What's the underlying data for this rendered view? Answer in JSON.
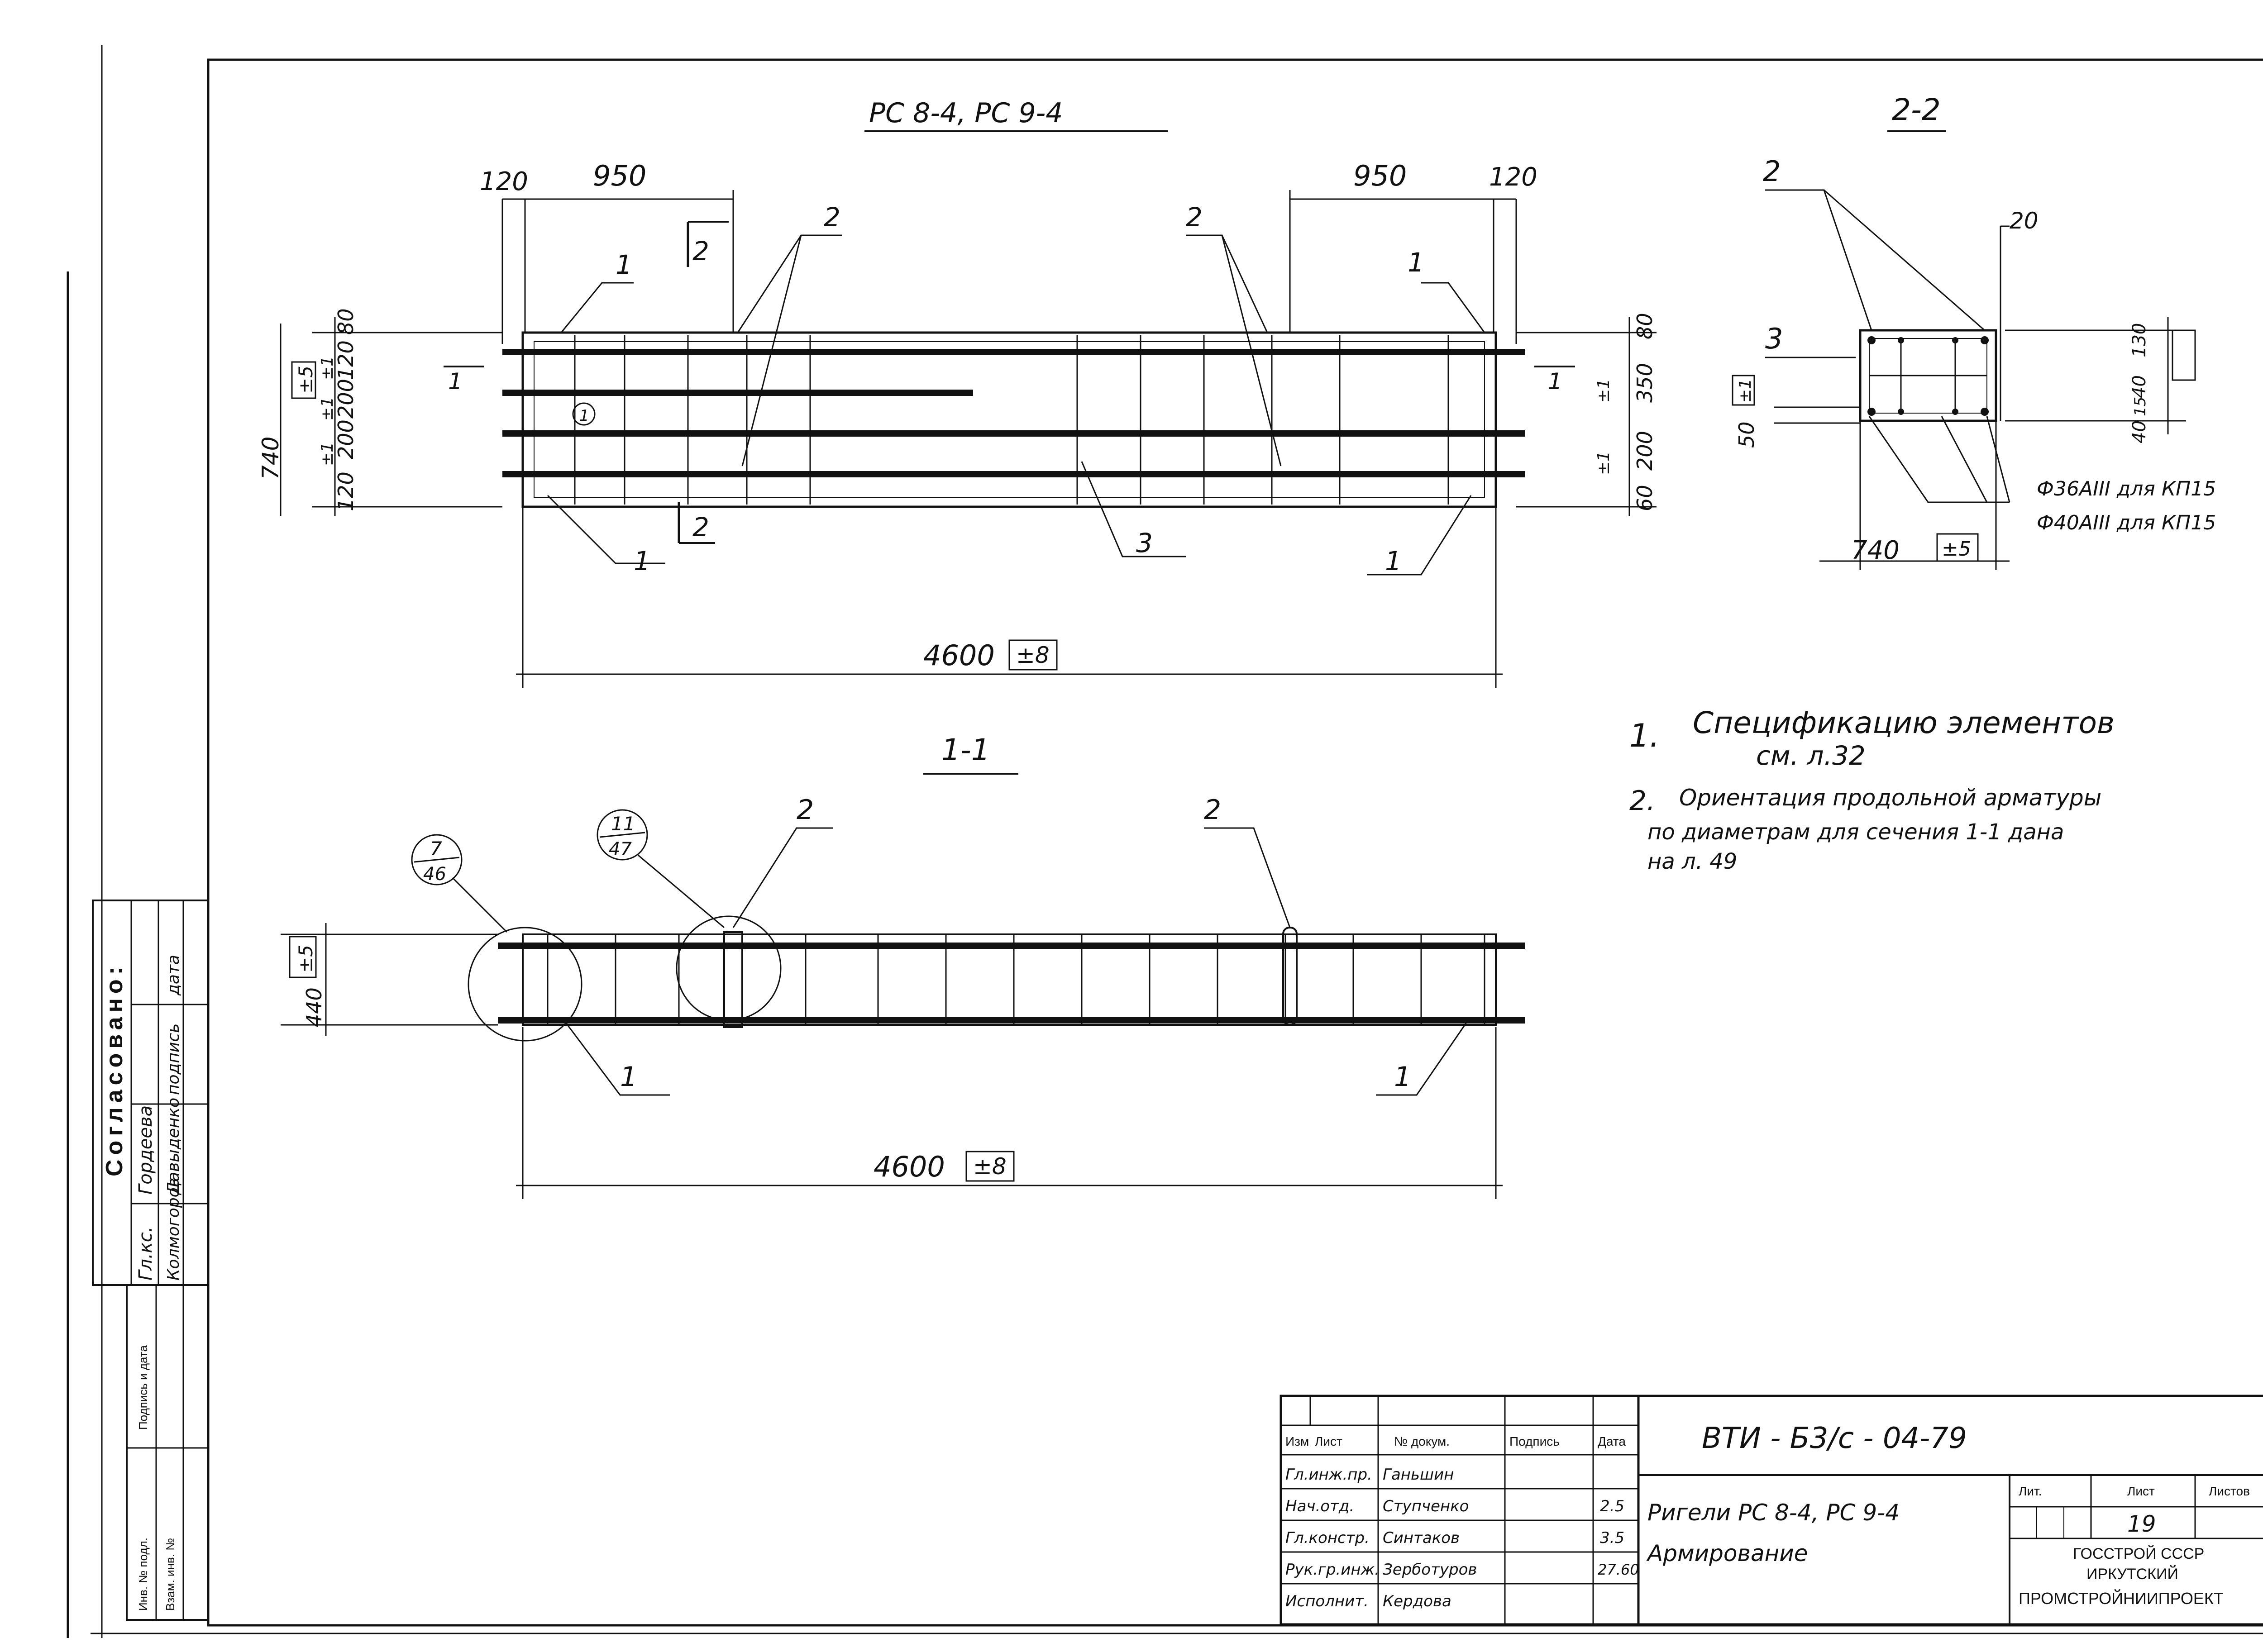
{
  "views": {
    "plan_title": "РС 8-4, РС 9-4",
    "section22_title": "2-2",
    "section11_title": "1-1"
  },
  "plan": {
    "dim_120_left": "120",
    "dim_950_left": "950",
    "dim_950_right": "950",
    "dim_120_right": "120",
    "dim_4600": "4600",
    "tol_8": "±8",
    "callout_1": "1",
    "callout_2": "2",
    "callout_3": "3",
    "section_mark": "2",
    "section_mark_11": "1",
    "circle_mark": "1",
    "left_dims": [
      "80",
      "120",
      "200",
      "200",
      "120"
    ],
    "left_tols": [
      "±1",
      "±1",
      "±1"
    ],
    "dim_740": "740",
    "tol_5": "±5",
    "right_dims": [
      "80",
      "350",
      "200",
      "60"
    ],
    "right_tols": [
      "±1",
      "±1"
    ]
  },
  "section22": {
    "callout_2": "2",
    "callout_3": "3",
    "dim_20": "20",
    "dim_50": "50",
    "tol_1": "±1",
    "dim_740": "740",
    "tol_5": "±5",
    "right_dims": [
      "130",
      "40",
      "15",
      "40"
    ],
    "bar1": "Ф36АIII для КП15",
    "bar2": "Ф40АIII для КП15"
  },
  "elevation": {
    "callout_2a": "2",
    "callout_2b": "2",
    "callout_1a": "1",
    "callout_1b": "1",
    "node1_num": "7",
    "node1_sheet": "46",
    "node2_num": "11",
    "node2_sheet": "47",
    "dim_440": "440",
    "tol_5": "±5",
    "dim_4600": "4600",
    "tol_8": "±8"
  },
  "notes": [
    {
      "n": "1.",
      "text": "Спецификацию элементов",
      "text2": "см. л.32"
    },
    {
      "n": "2.",
      "text": "Ориентация продольной арматуры",
      "text2": "по диаметрам для сечения 1-1 дана",
      "text3": "на л. 49"
    }
  ],
  "agreement": {
    "title": "Согласовано:",
    "rows": [
      [
        "Гл.кс.",
        "Гордеева",
        "",
        ""
      ],
      [
        "Колмогоров",
        "Давыденко",
        "подпись",
        "дата"
      ]
    ]
  },
  "side_stamp": {
    "c1": "Инв. № подл.",
    "c2": "Подпись и дата",
    "c3": "Взам. инв. №"
  },
  "title_block": {
    "code": "ВТИ - Б3/с - 04-79",
    "hdr": [
      "Изм",
      "Лист",
      "№ докум.",
      "Подпись",
      "Дата"
    ],
    "staff": [
      [
        "Гл.инж.пр.",
        "Ганьшин",
        "",
        ""
      ],
      [
        "Нач.отд.",
        "Ступченко",
        "",
        "2.5"
      ],
      [
        "Гл.констр.",
        "Синтаков",
        "",
        "3.5"
      ],
      [
        "Рук.гр.инж.",
        "Зерботуров",
        "",
        "27.60"
      ],
      [
        "Исполнит.",
        "Кердова",
        "",
        ""
      ]
    ],
    "name1": "Ригели РС 8-4, РС 9-4",
    "name2": "Армирование",
    "stage_hdr": "Лит.",
    "sheet_hdr": "Лист",
    "sheets_hdr": "Листов",
    "sheet_no": "19",
    "org1": "ГОССТРОЙ СССР",
    "org2": "ИРКУТСКИЙ",
    "org3": "ПРОМСТРОЙНИИПРОЕКТ"
  }
}
